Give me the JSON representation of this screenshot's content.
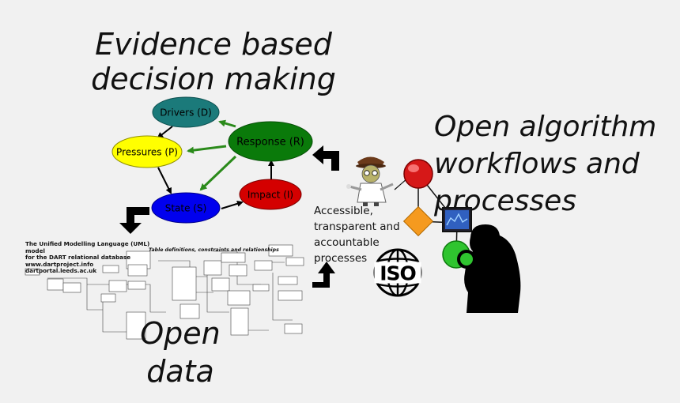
{
  "title": [
    "Evidence based",
    "decision making"
  ],
  "right_title": [
    "Open algorithm",
    "workflows and",
    "processes"
  ],
  "open_data": [
    "Open",
    "data"
  ],
  "caption": [
    "Accessible,",
    "transparent and",
    "accountable",
    "processes"
  ],
  "uml": {
    "heading": [
      "The Unified Modelling Language (UML) model",
      "for the DART relational database",
      "www.dartproject.info",
      "dartportal.leeds.ac.uk"
    ],
    "subheading": "Table definitions, constraints and relationships"
  },
  "dpsir": {
    "drivers": "Drivers (D)",
    "pressures": "Pressures (P)",
    "response": "Response (R)",
    "state": "State (S)",
    "impact": "Impact (I)"
  },
  "iso_label": "ISO",
  "colors": {
    "drivers": "#1b7a7a",
    "pressures": "#ffff00",
    "response": "#0a7a0a",
    "state": "#0000ee",
    "impact": "#d40000",
    "green_arrow": "#2a8a1a",
    "diamond": "#f59a1f",
    "red_node": "#d61818",
    "green_node": "#2fc42f"
  }
}
